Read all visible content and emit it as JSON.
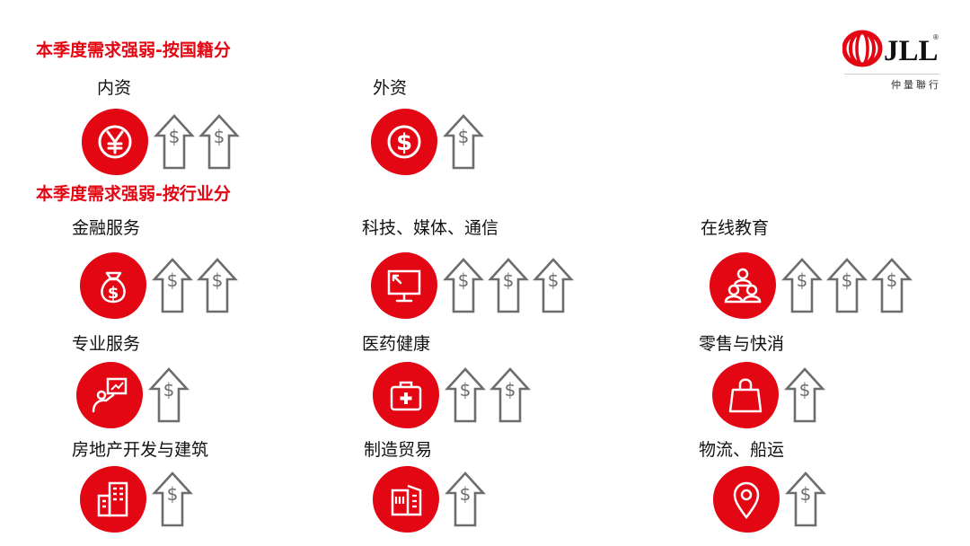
{
  "brand": {
    "name": "JLL",
    "tagline": "仲量聯行",
    "color": "#e30613"
  },
  "sections": {
    "by_origin": "本季度需求强弱-按国籍分",
    "by_industry": "本季度需求强弱-按行业分"
  },
  "origin_groups": [
    {
      "label": "内资",
      "icon": "yen-icon",
      "demand_arrows": 2
    },
    {
      "label": "外资",
      "icon": "dollar-icon",
      "demand_arrows": 1
    }
  ],
  "industry_groups": [
    {
      "label": "金融服务",
      "icon": "money-bag-icon",
      "demand_arrows": 2
    },
    {
      "label": "科技、媒体、通信",
      "icon": "monitor-icon",
      "demand_arrows": 3
    },
    {
      "label": "在线教育",
      "icon": "people-group-icon",
      "demand_arrows": 3
    },
    {
      "label": "专业服务",
      "icon": "presentation-icon",
      "demand_arrows": 1
    },
    {
      "label": "医药健康",
      "icon": "medical-kit-icon",
      "demand_arrows": 2
    },
    {
      "label": "零售与快消",
      "icon": "shopping-bag-icon",
      "demand_arrows": 1
    },
    {
      "label": "房地产开发与建筑",
      "icon": "buildings-icon",
      "demand_arrows": 1
    },
    {
      "label": "制造贸易",
      "icon": "factory-buildings-icon",
      "demand_arrows": 1
    },
    {
      "label": "物流、船运",
      "icon": "location-pin-icon",
      "demand_arrows": 1
    }
  ],
  "arrow_symbol": "$"
}
